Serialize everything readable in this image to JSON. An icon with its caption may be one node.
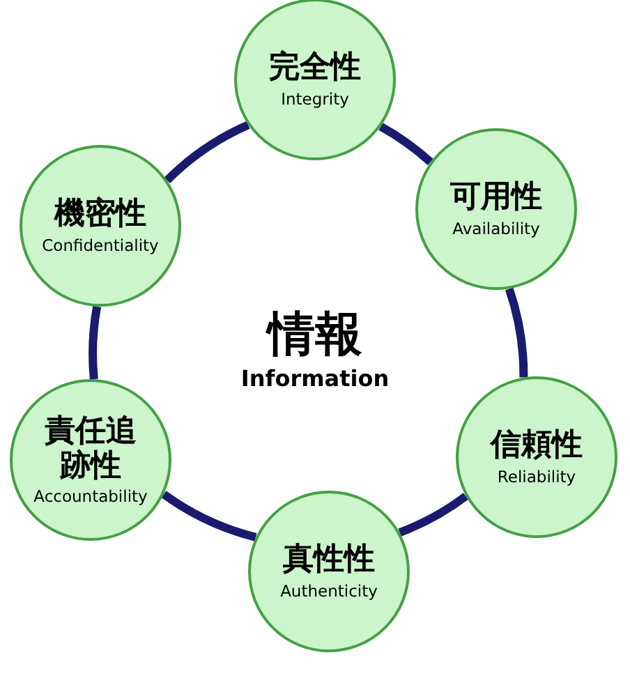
{
  "diagram": {
    "nodes": [
      {
        "text": [
          "完全性",
          "Integrity"
        ]
      },
      {
        "text": [
          "機密性",
          "Confidentiality"
        ]
      },
      {
        "text": [
          "可用性",
          "Availability"
        ]
      },
      {
        "text": [
          "責任追跡性",
          "Accountability"
        ]
      },
      {
        "text": [
          "信頼性",
          "Reliability"
        ]
      },
      {
        "text": [
          "真性性",
          "Authenticity"
        ]
      }
    ],
    "edges": [
      {
        "from": 0,
        "to": 2,
        "arrow": "none"
      },
      {
        "from": 2,
        "to": 4,
        "arrow": "none"
      },
      {
        "from": 4,
        "to": 5,
        "arrow": "none"
      },
      {
        "from": 5,
        "to": 3,
        "arrow": "none"
      },
      {
        "from": 3,
        "to": 1,
        "arrow": "none"
      },
      {
        "from": 1,
        "to": 0,
        "arrow": "none"
      }
    ],
    "labels": [
      "情報",
      "Information"
    ]
  }
}
